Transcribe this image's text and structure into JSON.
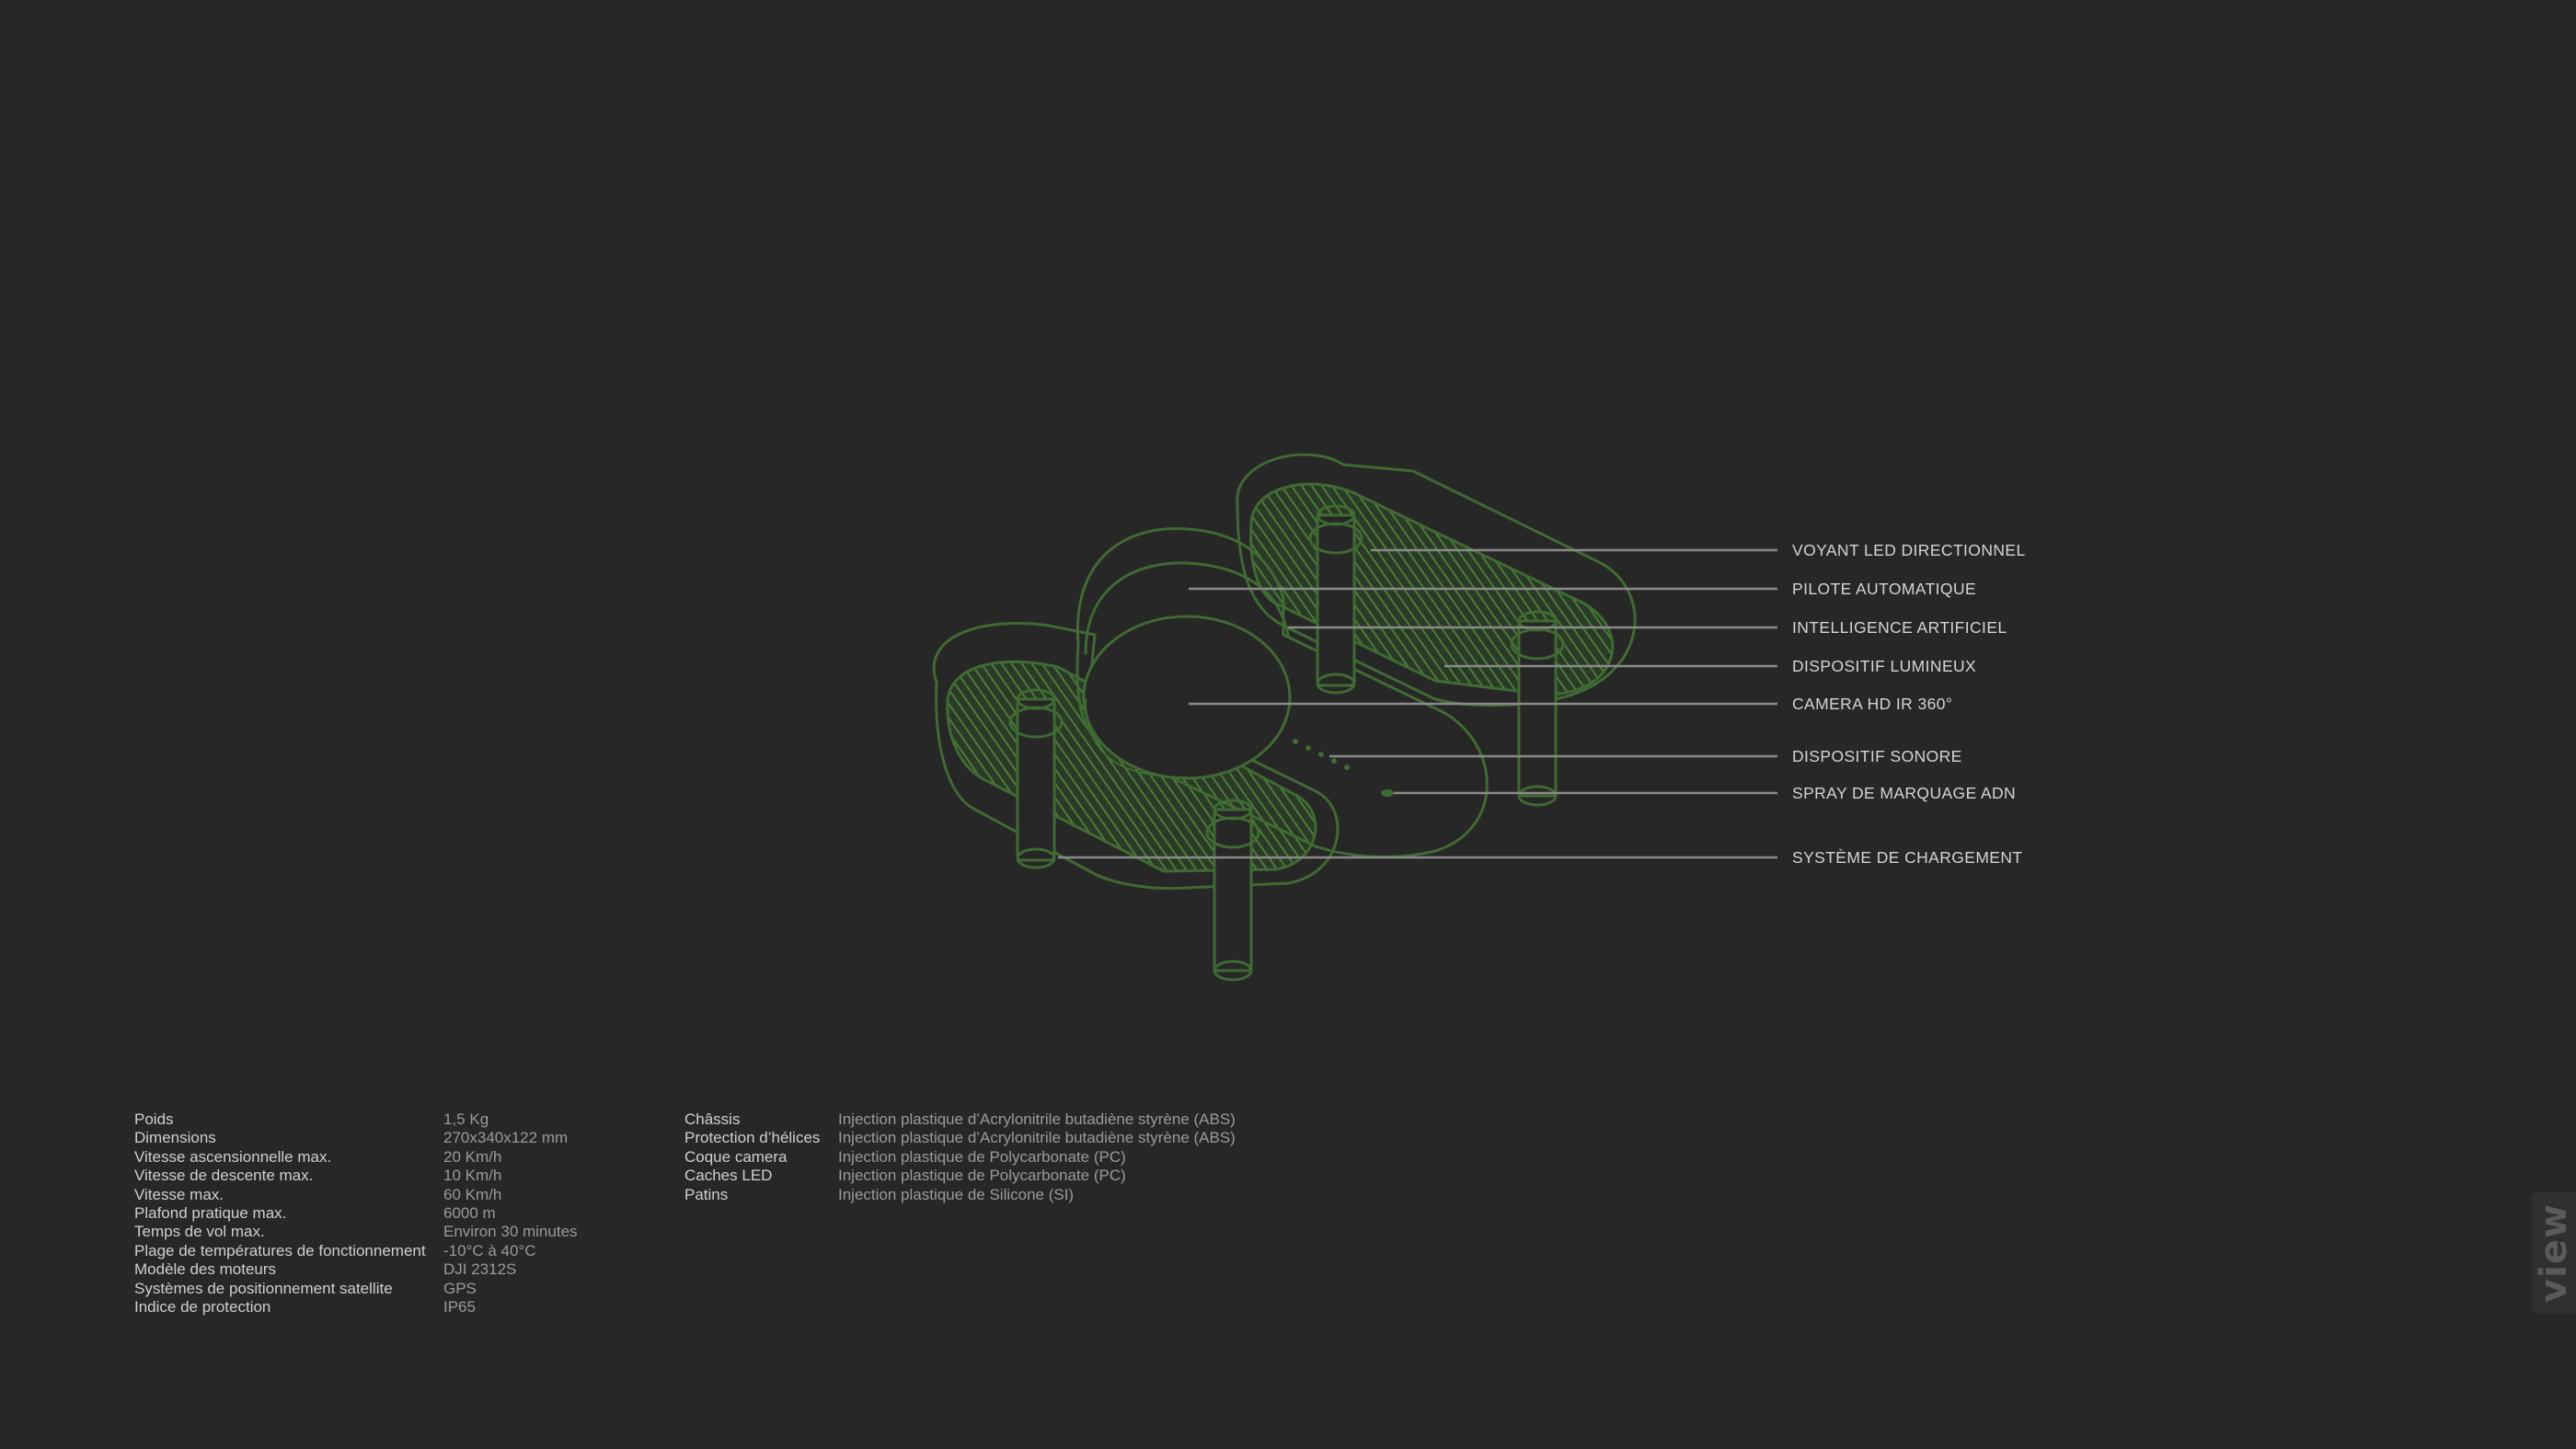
{
  "colors": {
    "background": "#272727",
    "drone_stroke": "#3f6a33",
    "drone_hatch": "#3d6230",
    "leader_line": "#8a8a8a",
    "label_text": "#d4d4d4"
  },
  "callouts": [
    {
      "id": "led",
      "label": "VOYANT LED DIRECTIONNEL"
    },
    {
      "id": "autopilot",
      "label": "PILOTE AUTOMATIQUE"
    },
    {
      "id": "ai",
      "label": "INTELLIGENCE ARTIFICIEL"
    },
    {
      "id": "light",
      "label": "DISPOSITIF LUMINEUX"
    },
    {
      "id": "camera",
      "label": "CAMERA HD IR 360°"
    },
    {
      "id": "sound",
      "label": "DISPOSITIF SONORE"
    },
    {
      "id": "spray",
      "label": "SPRAY DE MARQUAGE ADN"
    },
    {
      "id": "charging",
      "label": "SYSTÈME DE CHARGEMENT"
    }
  ],
  "specs": [
    {
      "key": "Poids",
      "value": "1,5 Kg"
    },
    {
      "key": "Dimensions",
      "value": "270x340x122 mm"
    },
    {
      "key": "Vitesse ascensionnelle max.",
      "value": "20 Km/h"
    },
    {
      "key": "Vitesse de descente max.",
      "value": "10 Km/h"
    },
    {
      "key": "Vitesse max.",
      "value": "60 Km/h"
    },
    {
      "key": "Plafond pratique max.",
      "value": "6000 m"
    },
    {
      "key": "Temps de vol max.",
      "value": "Environ 30 minutes"
    },
    {
      "key": "Plage de températures de fonctionnement",
      "value": "-10°C à 40°C"
    },
    {
      "key": "Modèle des moteurs",
      "value": "DJI 2312S"
    },
    {
      "key": "Systèmes de positionnement satellite",
      "value": "GPS"
    },
    {
      "key": "Indice de protection",
      "value": "IP65"
    }
  ],
  "materials": [
    {
      "key": "Châssis",
      "value": "Injection plastique d’Acrylonitrile butadiène styrène  (ABS)"
    },
    {
      "key": "Protection d’hélices",
      "value": "Injection plastique d’Acrylonitrile butadiène styrène  (ABS)"
    },
    {
      "key": "Coque camera",
      "value": "Injection plastique de Polycarbonate (PC)"
    },
    {
      "key": "Caches LED",
      "value": "Injection plastique de Polycarbonate (PC)"
    },
    {
      "key": "Patins",
      "value": "Injection plastique de Silicone (SI)"
    }
  ],
  "brand": {
    "text": "view",
    "icon": "view-logo"
  }
}
